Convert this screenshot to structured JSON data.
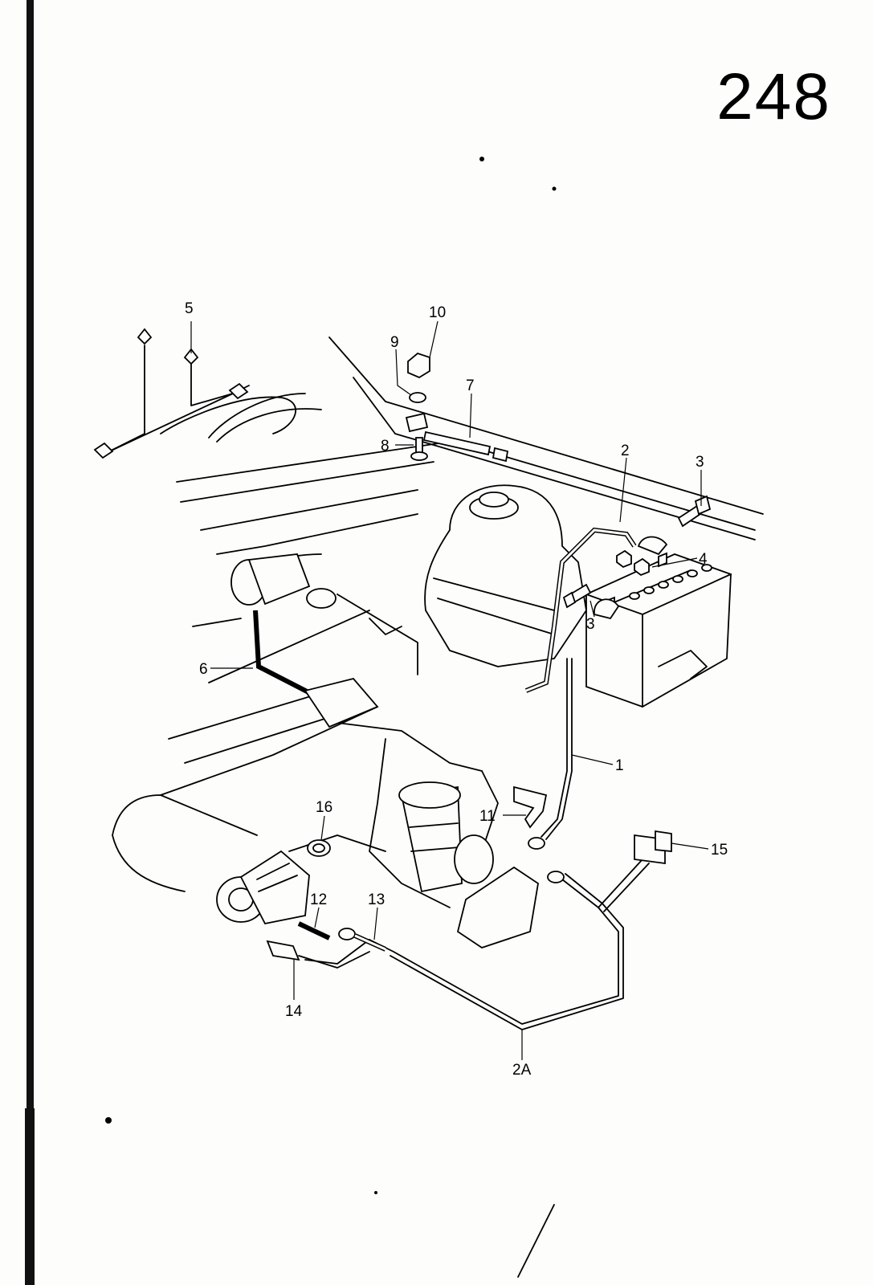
{
  "page_number": "248",
  "callouts": [
    {
      "id": "c5",
      "label": "5"
    },
    {
      "id": "c10",
      "label": "10"
    },
    {
      "id": "c9",
      "label": "9"
    },
    {
      "id": "c7",
      "label": "7"
    },
    {
      "id": "c8",
      "label": "8"
    },
    {
      "id": "c2",
      "label": "2"
    },
    {
      "id": "c3a",
      "label": "3"
    },
    {
      "id": "c4",
      "label": "4"
    },
    {
      "id": "c3b",
      "label": "3"
    },
    {
      "id": "c6",
      "label": "6"
    },
    {
      "id": "c1",
      "label": "1"
    },
    {
      "id": "c11",
      "label": "11"
    },
    {
      "id": "c15",
      "label": "15"
    },
    {
      "id": "c16",
      "label": "16"
    },
    {
      "id": "c12",
      "label": "12"
    },
    {
      "id": "c13",
      "label": "13"
    },
    {
      "id": "c14",
      "label": "14"
    },
    {
      "id": "c2a",
      "label": "2A"
    }
  ]
}
